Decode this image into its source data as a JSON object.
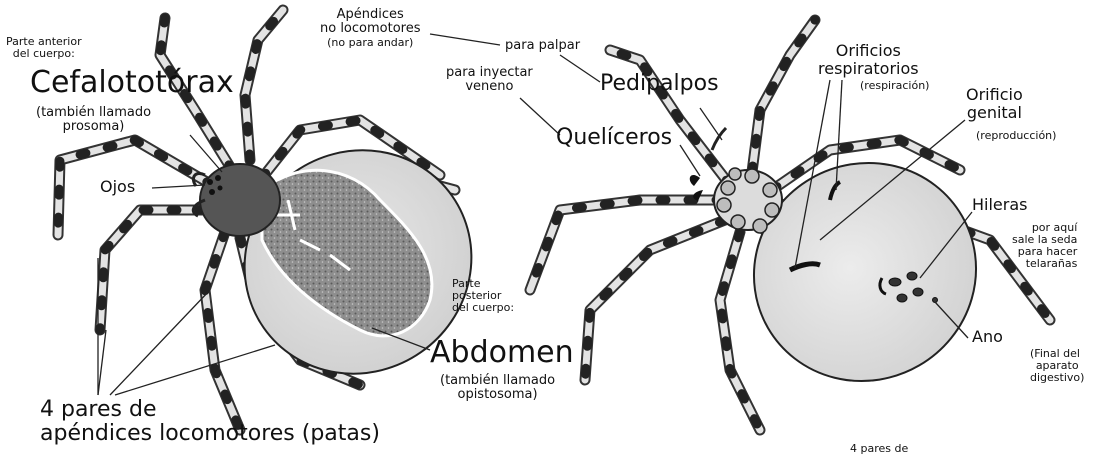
{
  "labels": {
    "front_part": [
      "Parte anterior",
      "del cuerpo:"
    ],
    "cephalothorax": "Cefalototórax",
    "prosoma_note": [
      "(también llamado",
      "prosoma)"
    ],
    "eyes": "Ojos",
    "non_loco": [
      "Apéndices",
      "no locomotores"
    ],
    "non_loco_note": "(no para andar)",
    "to_palpate": "para palpar",
    "inject_venom": [
      "para inyectar",
      "veneno"
    ],
    "pedipalps": "Pedipalpos",
    "chelicerae": "Quelíceros",
    "rear_part": [
      "Parte",
      "posterior",
      "del cuerpo:"
    ],
    "abdomen": "Abdomen",
    "opisto_note": [
      "(también llamado",
      "opistosoma)"
    ],
    "legs": [
      "4 pares de",
      "apéndices locomotores (patas)"
    ],
    "resp_holes": [
      "Orificios",
      "respiratorios"
    ],
    "resp_note": "(respiración)",
    "genital_hole": [
      "Orificio",
      "genital"
    ],
    "genital_note": "(reproducción)",
    "spinnerets": "Hileras",
    "spinnerets_note": [
      "por aquí",
      "sale la seda",
      "para hacer",
      "telarañas"
    ],
    "anus": "Ano",
    "anus_note": [
      "(Final del",
      "aparato",
      "digestivo)"
    ],
    "bottom_partial": "4 pares de"
  }
}
